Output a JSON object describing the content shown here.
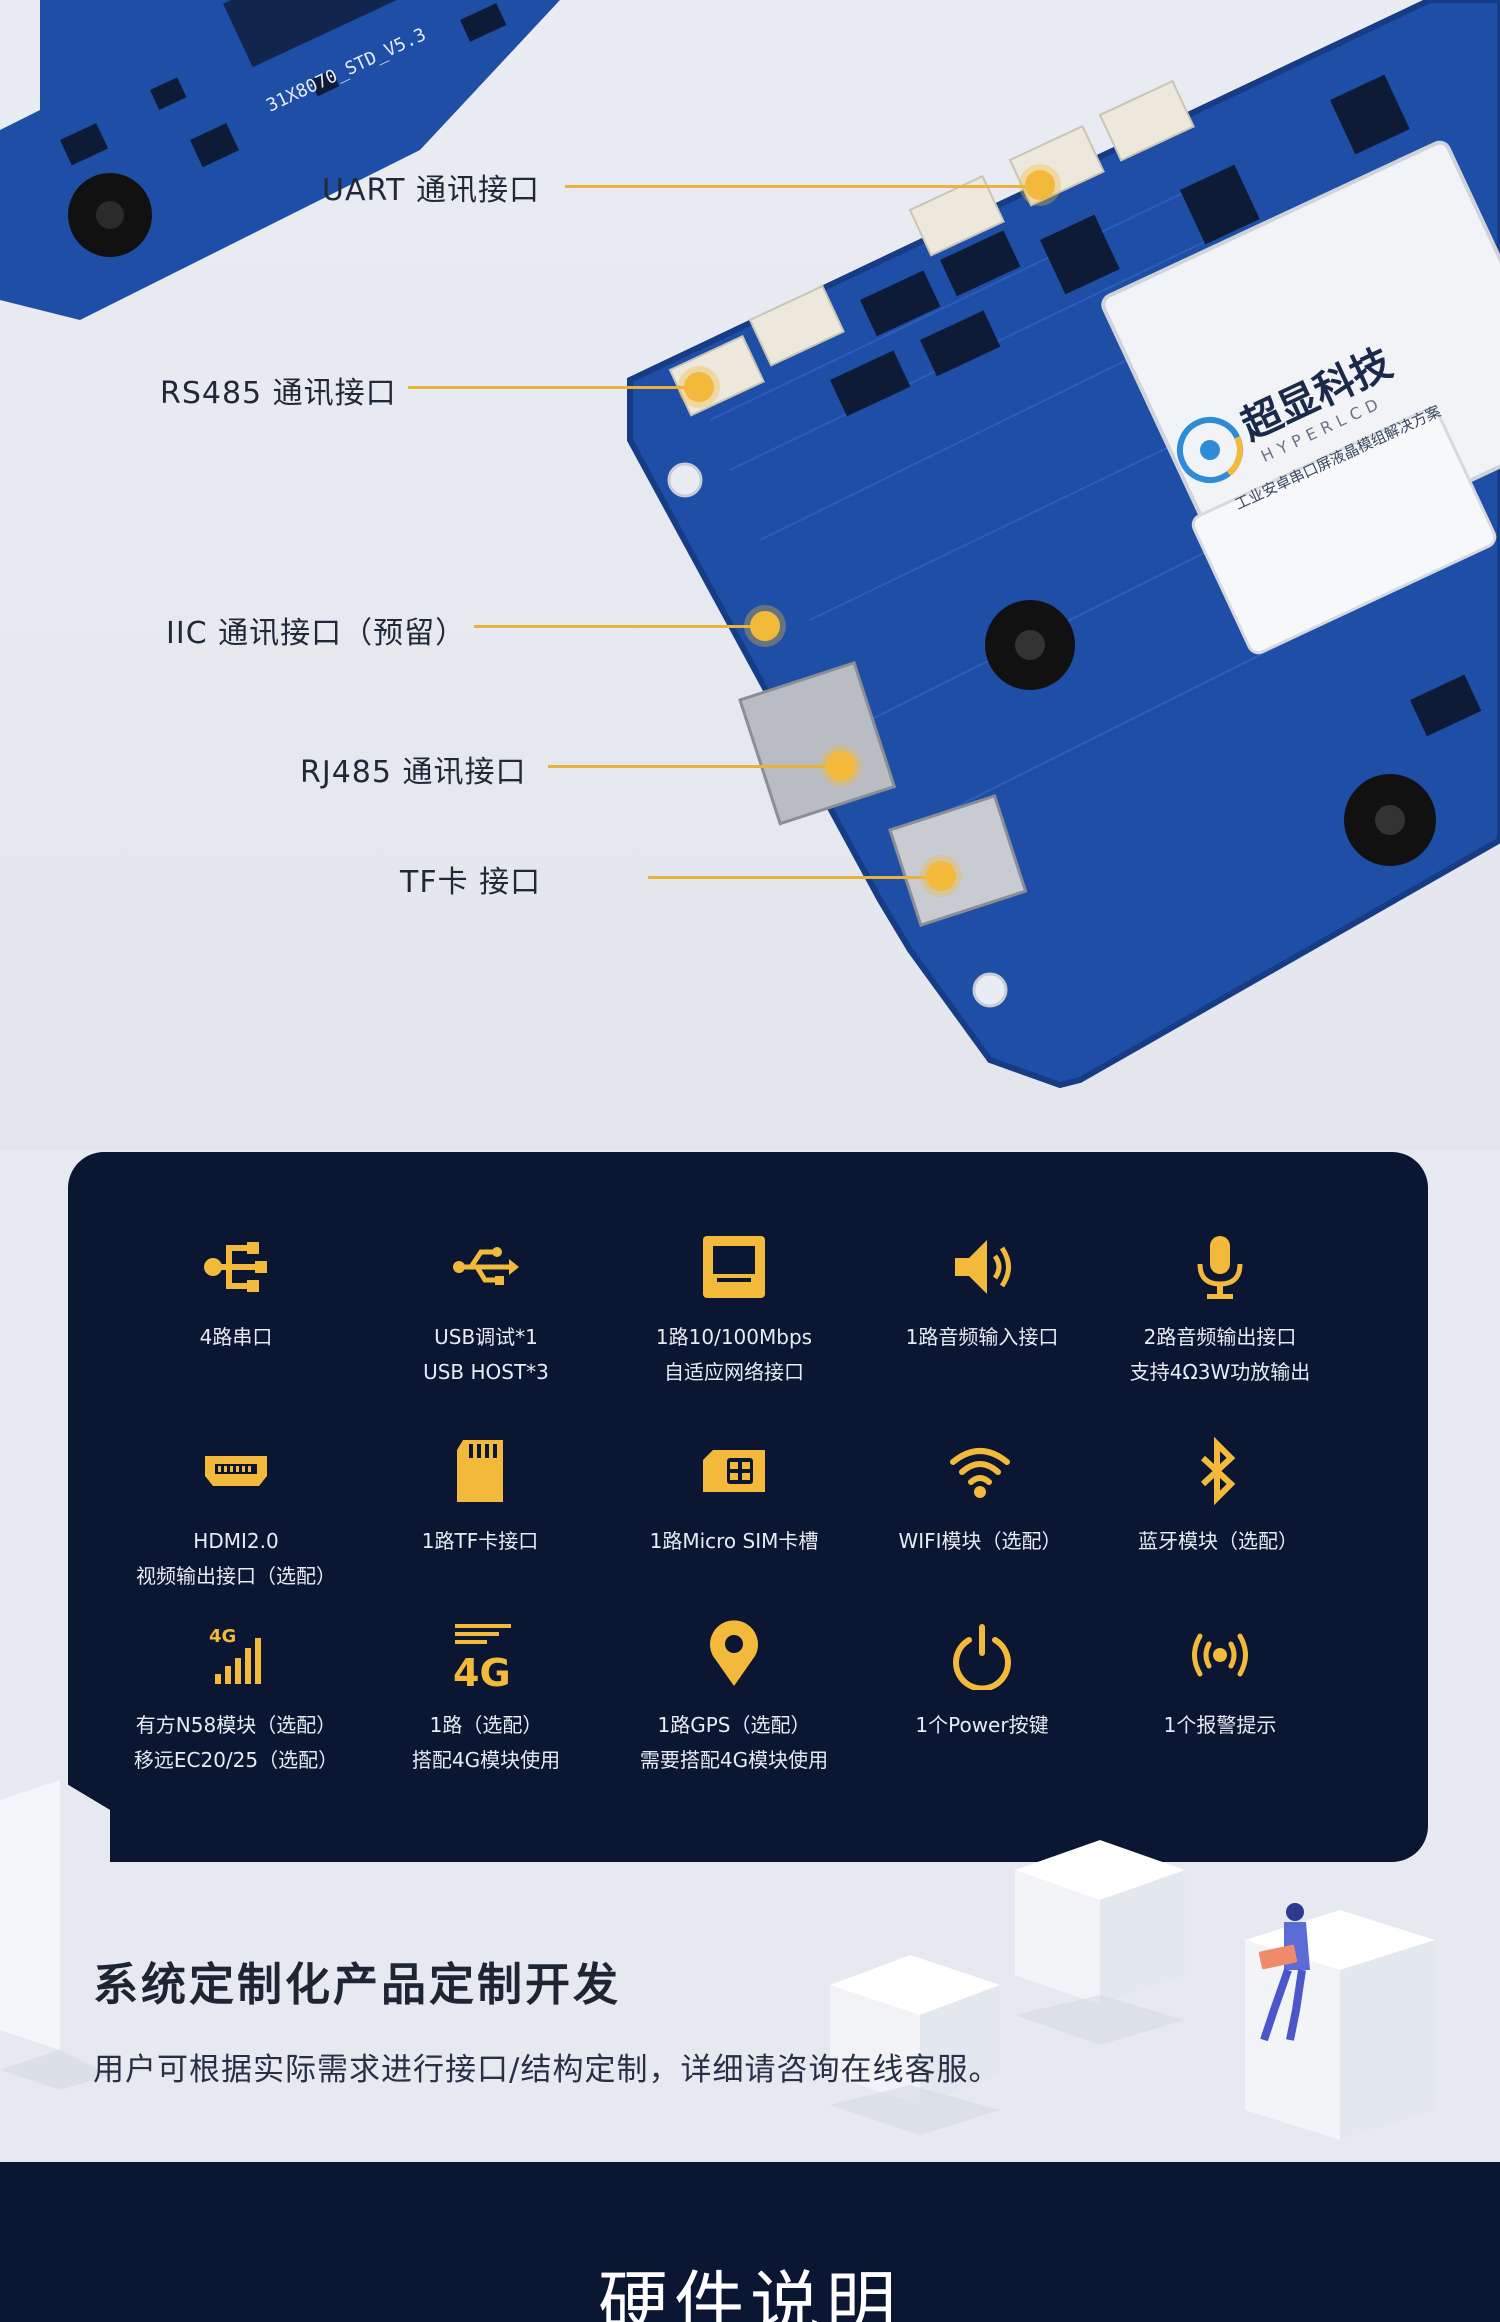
{
  "labels": {
    "uart": "UART 通讯接口",
    "rs485": "RS485 通讯接口",
    "iic": "IIC 通讯接口（预留）",
    "rj485": "RJ485 通讯接口",
    "tf": "TF卡 接口"
  },
  "board": {
    "brand_cn": "超显科技",
    "brand_en": "HYPERLCD",
    "slogan": "工业安卓串口屏液晶模组解决方案",
    "model": "31X8070_STD_V5.3"
  },
  "features": [
    {
      "icon": "serial-port-icon",
      "line1": "4路串口",
      "line2": ""
    },
    {
      "icon": "usb-icon",
      "line1": "USB调试*1",
      "line2": "USB HOST*3"
    },
    {
      "icon": "network-port-icon",
      "line1": "1路10/100Mbps",
      "line2": "自适应网络接口"
    },
    {
      "icon": "speaker-icon",
      "line1": "1路音频输入接口",
      "line2": ""
    },
    {
      "icon": "microphone-icon",
      "line1": "2路音频输出接口",
      "line2": "支持4Ω3W功放输出"
    },
    {
      "icon": "hdmi-icon",
      "line1": "HDMI2.0",
      "line2": "视频输出接口（选配）"
    },
    {
      "icon": "sd-card-icon",
      "line1": "1路TF卡接口",
      "line2": ""
    },
    {
      "icon": "sim-card-icon",
      "line1": "1路Micro SIM卡槽",
      "line2": ""
    },
    {
      "icon": "wifi-icon",
      "line1": "WIFI模块（选配）",
      "line2": ""
    },
    {
      "icon": "bluetooth-icon",
      "line1": "蓝牙模块（选配）",
      "line2": ""
    },
    {
      "icon": "signal-4g-icon",
      "line1": "有方N58模块（选配）",
      "line2": "移远EC20/25（选配）"
    },
    {
      "icon": "4g-icon",
      "line1": "1路（选配）",
      "line2": "搭配4G模块使用"
    },
    {
      "icon": "location-pin-icon",
      "line1": "1路GPS（选配）",
      "line2": "需要搭配4G模块使用"
    },
    {
      "icon": "power-icon",
      "line1": "1个Power按键",
      "line2": ""
    },
    {
      "icon": "alarm-icon",
      "line1": "1个报警提示",
      "line2": ""
    }
  ],
  "icon_texts": {
    "signal_4g": "4G",
    "big_4g": "4G"
  },
  "custom": {
    "title": "系统定制化产品定制开发",
    "text": "用户可根据实际需求进行接口/结构定制，详细请咨询在线客服。"
  },
  "footer": {
    "title": "硬件说明"
  },
  "colors": {
    "accent": "#f2b93a",
    "panel": "#0b1633",
    "pcb": "#1e4fa8"
  }
}
